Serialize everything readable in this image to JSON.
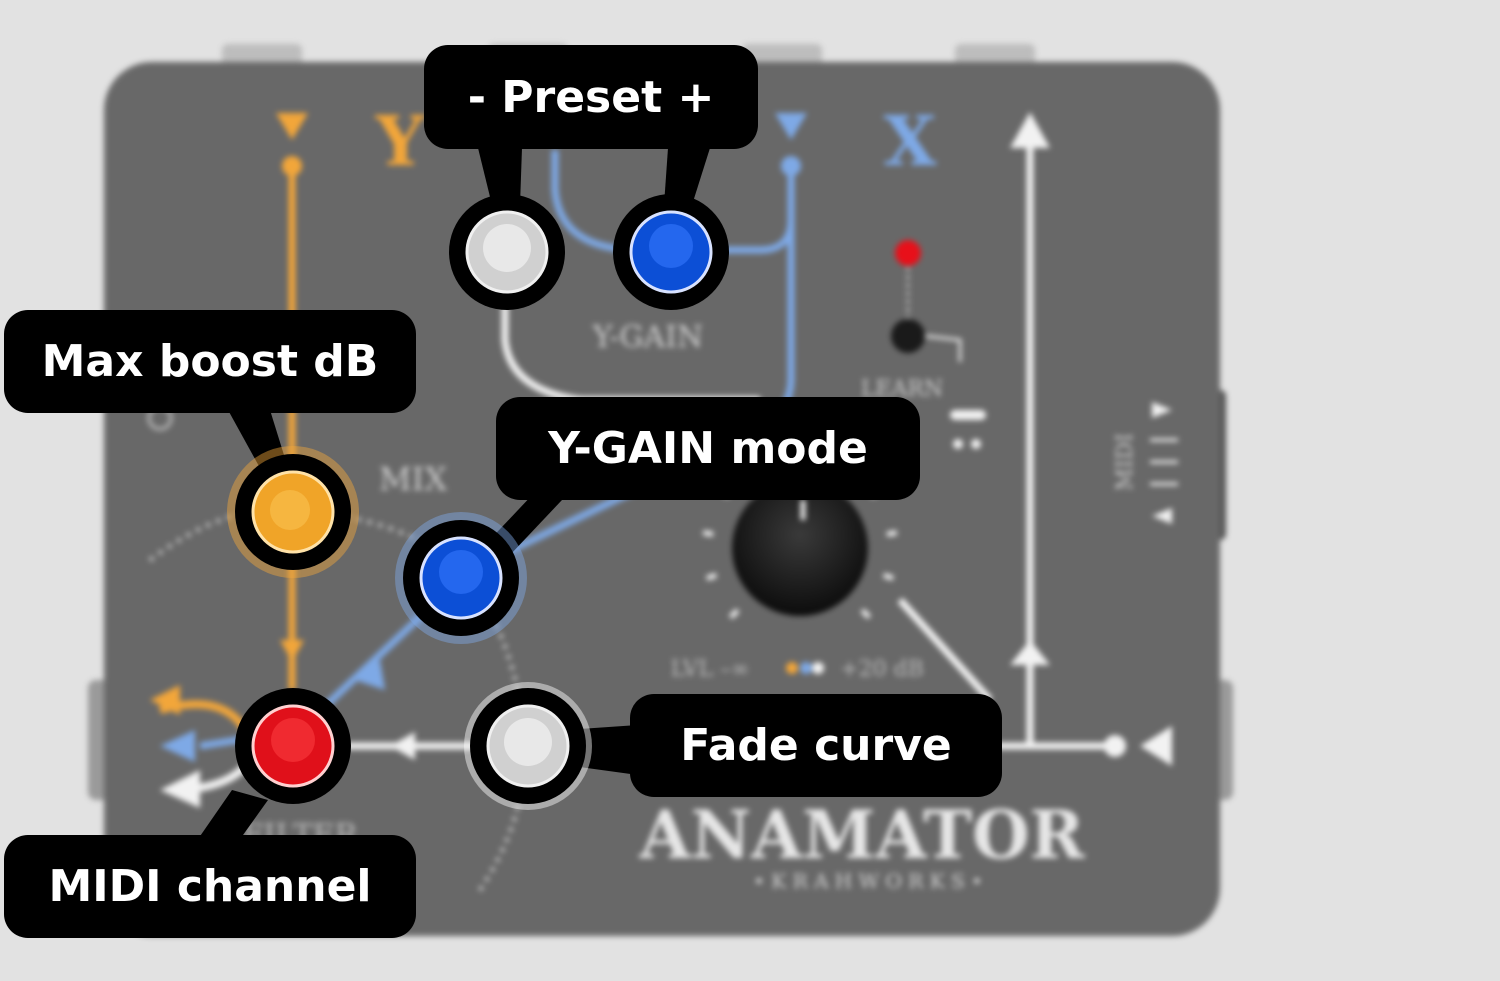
{
  "pedal": {
    "brand": "ANAMATOR",
    "maker": "• K R A H W O R K S •",
    "label_y": "Y",
    "label_x": "X",
    "label_y_gain": "Y-GAIN",
    "label_mix": "MIX",
    "label_midi": "MIDI",
    "label_level": "LVL  –∞",
    "label_level_max": "+20 dB",
    "label_learn": "LEARN",
    "label_filter": "FILTER",
    "led_color": "#e8101a"
  },
  "callouts": {
    "preset": "- Preset +",
    "max_boost": "Max boost dB",
    "y_gain_mode": "Y-GAIN mode",
    "fade_curve": "Fade curve",
    "midi_channel": "MIDI channel"
  },
  "colors": {
    "orange": "#f2a63a",
    "blue": "#7ea9e6",
    "white": "#f2f2f2",
    "body": "#686868",
    "button_blue": "#0c4fd6",
    "button_red": "#e0101a",
    "button_orange": "#f0a428",
    "button_silver": "#d0d0d0"
  }
}
